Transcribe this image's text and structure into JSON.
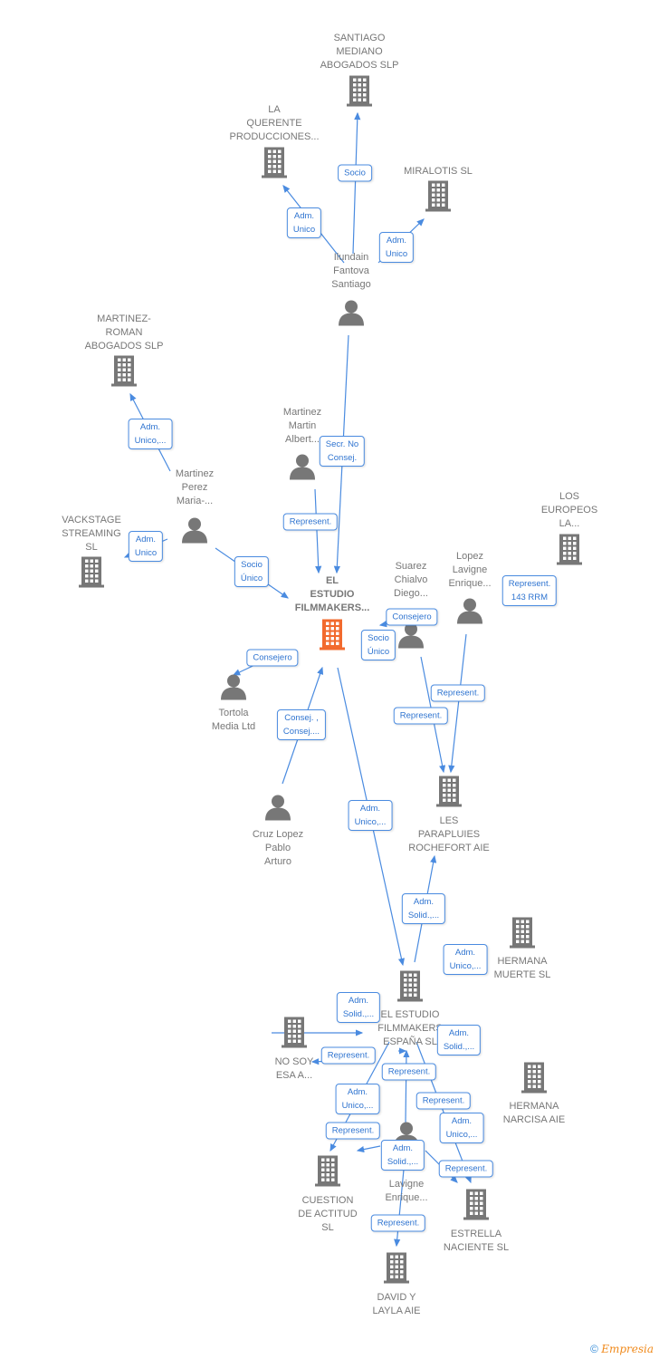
{
  "colors": {
    "edge": "#4a8be0",
    "node": "#777777",
    "main": "#f26a2e"
  },
  "nodes": [
    {
      "type": "company",
      "label": "SANTIAGO\nMEDIANO\nABOGADOS SLP"
    },
    {
      "type": "company",
      "label": "LA\nQUERENTE\nPRODUCCIONES..."
    },
    {
      "type": "company",
      "label": "MIRALOTIS  SL"
    },
    {
      "type": "person",
      "label": "Ilundain\nFantova\nSantiago"
    },
    {
      "type": "company",
      "label": "MARTINEZ-\nROMAN\nABOGADOS SLP"
    },
    {
      "type": "person",
      "label": "Martinez\nPerez\nMaria-..."
    },
    {
      "type": "company",
      "label": "VACKSTAGE\nSTREAMING\nSL"
    },
    {
      "type": "person",
      "label": "Martinez\nMartin\nAlbert..."
    },
    {
      "type": "main",
      "label": "EL\nESTUDIO\nFILMMAKERS..."
    },
    {
      "type": "person",
      "label": "Suarez\nChialvo\nDiego..."
    },
    {
      "type": "person",
      "label": "Lopez\nLavigne\nEnrique..."
    },
    {
      "type": "company",
      "label": "LOS\nEUROPEOS\nLA..."
    },
    {
      "type": "person",
      "label": "Tortola\nMedia Ltd"
    },
    {
      "type": "person",
      "label": "Cruz Lopez\nPablo\nArturo"
    },
    {
      "type": "company",
      "label": "LES\nPARAPLUIES\nROCHEFORT AIE"
    },
    {
      "type": "company",
      "label": "HERMANA\nMUERTE  SL"
    },
    {
      "type": "company",
      "label": "EL ESTUDIO\nFILMMAKERS\nESPAÑA  SL"
    },
    {
      "type": "company",
      "label": "NO SOY\nESA A..."
    },
    {
      "type": "company",
      "label": "HERMANA\nNARCISA AIE"
    },
    {
      "type": "person",
      "label": "Lavigne\nEnrique..."
    },
    {
      "type": "company",
      "label": "CUESTION\nDE ACTITUD\nSL"
    },
    {
      "type": "company",
      "label": "ESTRELLA\nNACIENTE  SL"
    },
    {
      "type": "company",
      "label": "DAVID Y\nLAYLA AIE"
    }
  ],
  "relations": [
    "Socio",
    "Adm.\nUnico",
    "Adm.\nUnico",
    "Adm.\nUnico,...",
    "Secr.  No\nConsej.",
    "Represent.",
    "Adm.\nUnico",
    "Socio\nÚnico",
    "Consejero",
    "Consejero",
    "Socio\nÚnico",
    "Represent.\n143 RRM",
    "Represent.",
    "Represent.",
    "Consej. ,\nConsej....",
    "Adm.\nUnico,...",
    "Adm.\nSolid.,...",
    "Adm.\nUnico,...",
    "Adm.\nSolid.,...",
    "Adm.\nSolid.,...",
    "Represent.",
    "Represent.",
    "Adm.\nUnico,...",
    "Represent.",
    "Adm.\nUnico,...",
    "Represent.",
    "Adm.\nSolid.,...",
    "Represent.",
    "Represent."
  ],
  "footer": {
    "copyright": "©",
    "brand": "Empresia"
  }
}
